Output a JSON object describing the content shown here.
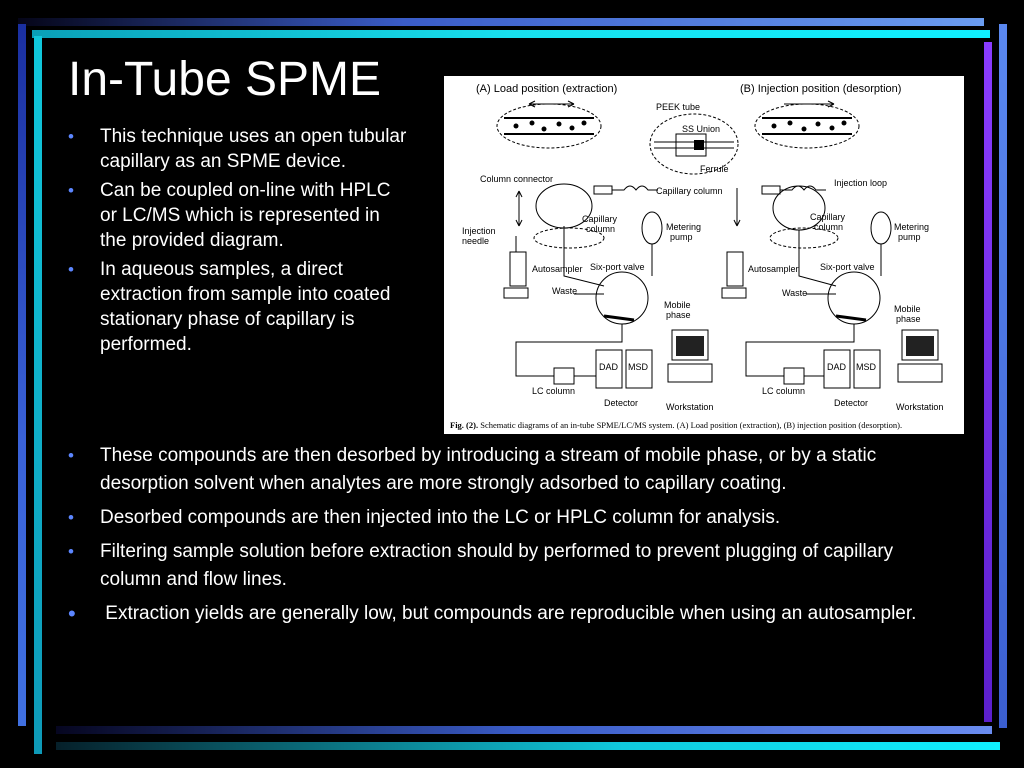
{
  "slide": {
    "title": "In-Tube SPME",
    "bullets_top": [
      "This technique uses an open tubular capillary as an SPME device.",
      "Can be coupled on-line with HPLC or LC/MS which is represented in the provided diagram.",
      "In aqueous samples, a direct extraction from sample into coated stationary phase of capillary is performed."
    ],
    "bullets_bottom": [
      "These compounds are then desorbed by introducing a stream of mobile phase, or by a static desorption solvent when analytes are more strongly adsorbed to capillary coating.",
      "Desorbed compounds are then injected into the LC or HPLC column for analysis.",
      "Filtering sample solution before extraction should by performed to prevent plugging of capillary column and flow lines.",
      " Extraction yields are generally low, but compounds are reproducible when using an autosampler."
    ],
    "bullet_glyph": "•",
    "colors": {
      "background": "#000000",
      "text": "#ffffff",
      "bullet": "#5c86ff",
      "accent_cyan": "#10e0ee",
      "accent_blue": "#3a5cc8",
      "accent_purple": "#8a3cff"
    }
  },
  "figure": {
    "panel_a_title": "(A) Load position (extraction)",
    "panel_b_title": "(B) Injection position (desorption)",
    "labels": {
      "peek_tube": "PEEK tube",
      "ss_union": "SS Union",
      "ferrule": "Ferrule",
      "capillary_column_top": "Capillary column",
      "column_connector": "Column connector",
      "injection_loop": "Injection loop",
      "injection": "Injection",
      "needle": "needle",
      "capillary": "Capillary",
      "column": "column",
      "metering": "Metering",
      "pump": "pump",
      "autosampler": "Autosampler",
      "six_port_valve": "Six-port valve",
      "waste": "Waste",
      "mobile": "Mobile",
      "phase": "phase",
      "dad": "DAD",
      "msd": "MSD",
      "lc_column": "LC column",
      "detector": "Detector",
      "workstation": "Workstation"
    },
    "caption_bold": "Fig. (2).",
    "caption_text": " Schematic diagrams of an in-tube SPME/LC/MS system. (A) Load position (extraction), (B) injection position (desorption)."
  }
}
